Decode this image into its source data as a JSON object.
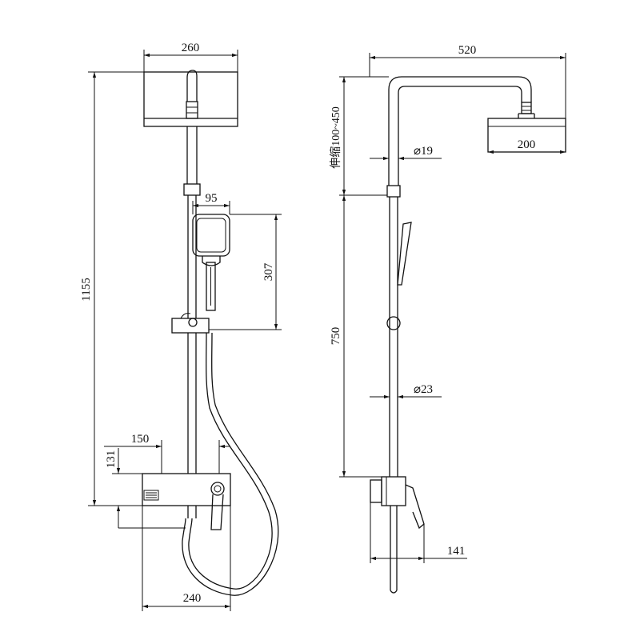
{
  "front_view": {
    "dimensions": {
      "head_width": "260",
      "handheld_width": "95",
      "handheld_height": "307",
      "total_height": "1155",
      "mixer_spacing": "150",
      "mixer_height": "131",
      "mixer_width": "240"
    }
  },
  "side_view": {
    "dimensions": {
      "arm_reach": "520",
      "head_size": "200",
      "extension_range": "伸缩100~450",
      "upper_pipe_dia": "⌀19",
      "rail_height": "750",
      "lower_pipe_dia": "⌀23",
      "mixer_depth": "141"
    }
  },
  "colors": {
    "line": "#111111",
    "background": "#ffffff"
  }
}
